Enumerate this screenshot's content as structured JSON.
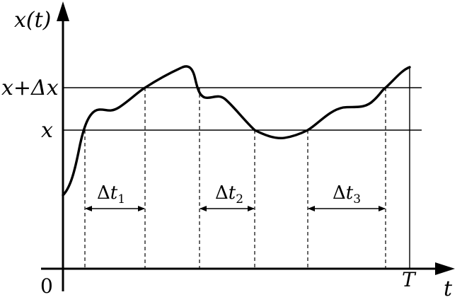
{
  "labels": {
    "y_axis": "x(t)",
    "x_axis": "t",
    "origin": "0",
    "end": "T",
    "upper_level": "x+Δx",
    "lower_level": "x",
    "intervals": [
      {
        "delta": "Δ",
        "var": "t",
        "sub": "1"
      },
      {
        "delta": "Δ",
        "var": "t",
        "sub": "2"
      },
      {
        "delta": "Δ",
        "var": "t",
        "sub": "3"
      }
    ]
  },
  "colors": {
    "ink": "#000000",
    "background": "#ffffff"
  }
}
